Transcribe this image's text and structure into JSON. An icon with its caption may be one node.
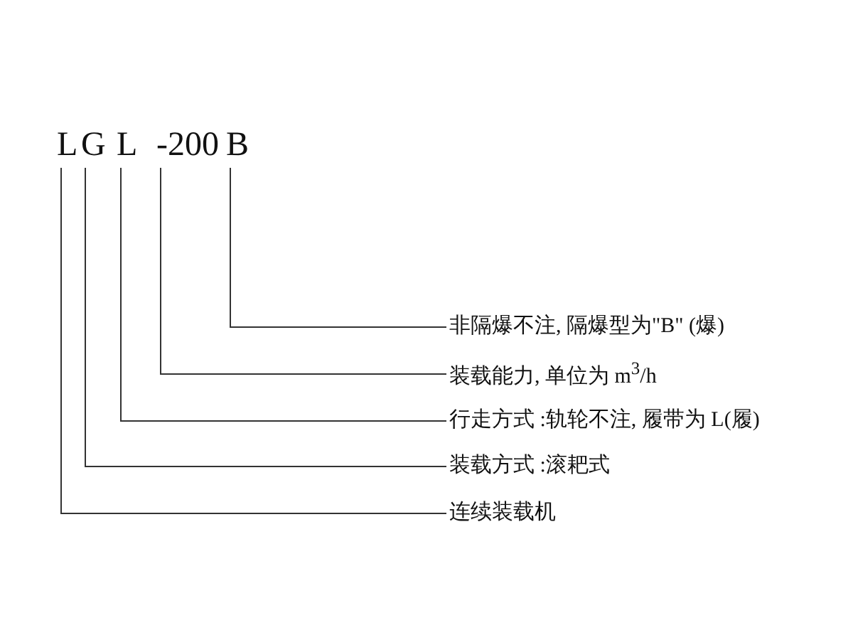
{
  "diagram": {
    "nodes": [
      {
        "text": [
          "L"
        ]
      },
      {
        "text": [
          "G"
        ]
      },
      {
        "text": [
          "L"
        ]
      },
      {
        "text": [
          "-200"
        ]
      },
      {
        "text": [
          "B"
        ]
      },
      {
        "text": [
          "非隔爆不注, 隔爆型为\"B\" (爆)"
        ]
      },
      {
        "text": [
          "装载能力, 单位为 m$^{3}$/h"
        ]
      },
      {
        "text": [
          "行走方式 :轨轮不注, 履带为 L(履)"
        ]
      },
      {
        "text": [
          "装载方式 :滚耙式"
        ]
      },
      {
        "text": [
          "连续装载机"
        ]
      }
    ],
    "edges": [
      {
        "from": 4,
        "to": 5,
        "arrow": "none"
      },
      {
        "from": 3,
        "to": 6,
        "arrow": "none"
      },
      {
        "from": 2,
        "to": 7,
        "arrow": "none"
      },
      {
        "from": 1,
        "to": 8,
        "arrow": "none"
      },
      {
        "from": 0,
        "to": 9,
        "arrow": "none"
      }
    ]
  }
}
